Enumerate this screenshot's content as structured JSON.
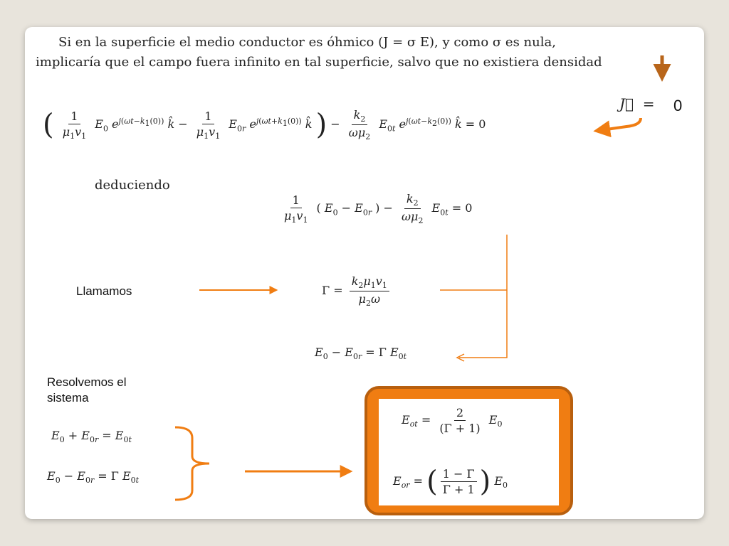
{
  "slide": {
    "intro_line1": "Si en la superficie el medio conductor es óhmico (J = σ E), y como σ es nula,",
    "intro_line2": "implicaría que el campo fuera infinito en tal superficie, salvo que no existiera densidad",
    "j_zero_label": "0",
    "deduciendo": "deduciendo",
    "llamamos": "Llamamos",
    "resolvemos": "Resolvemos el sistema"
  },
  "colors": {
    "accent": "#f07d12",
    "accent_dark": "#b85f0e",
    "arrow_brown": "#b8651a",
    "background": "#e8e4dc"
  }
}
